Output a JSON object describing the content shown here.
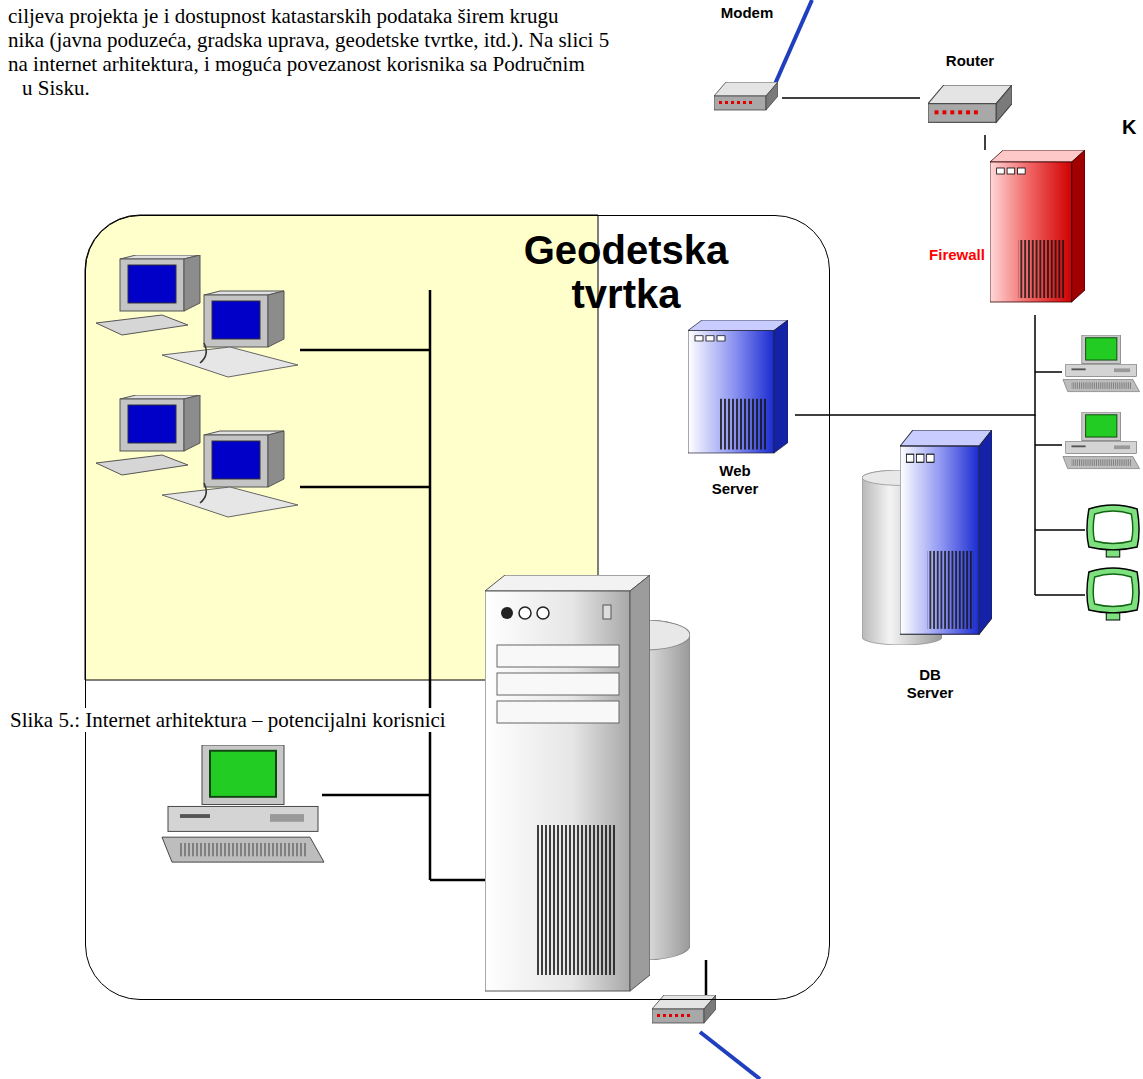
{
  "diagram": {
    "caption": "Slika 5.: Internet arhitektura – potencijalni korisnici",
    "nodes": [
      {
        "text": [
          "K"
        ]
      },
      {
        "text": [
          "Modem"
        ],
        "in": 0
      },
      {
        "text": [
          "Router"
        ],
        "in": 0
      },
      {
        "text": [
          "Firewall"
        ],
        "in": 0
      },
      {
        "text": [
          "Web Server"
        ],
        "in": 0
      },
      {
        "text": [
          "DB Server"
        ],
        "in": 0
      },
      {
        "text": [
          "Geodetska tvrtka"
        ]
      }
    ],
    "edges": [
      {
        "from": 1,
        "to": 2,
        "arrow": "none"
      },
      {
        "from": 2,
        "to": 3,
        "arrow": "none"
      },
      {
        "from": 3,
        "to": 4,
        "arrow": "none"
      }
    ],
    "labels": [
      "ciljeva projekta je i dostupnost katastarskih podataka širem krugu",
      "nika (javna poduzeća, gradska uprava, geodetske tvrtke, itd.). Na slici 5",
      "na internet arhitektura, i moguća povezanost korisnika sa Područnim",
      "u Sisku."
    ]
  }
}
